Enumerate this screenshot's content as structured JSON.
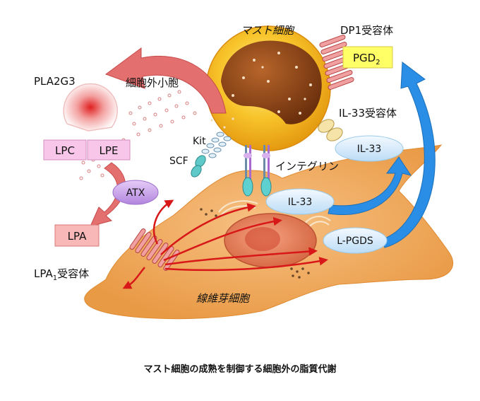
{
  "labels": {
    "mast_cell": "マスト細胞",
    "dp1_receptor": "DP1受容体",
    "pgd2_main": "PGD",
    "pgd2_sub": "2",
    "pla2g3": "PLA2G3",
    "extracellular_vesicle": "細胞外小胞",
    "il33_receptor": "IL-33受容体",
    "kit": "Kit",
    "scf": "SCF",
    "integrin": "インテグリン",
    "il33_upper": "IL-33",
    "il33_lower": "IL-33",
    "lpc": "LPC",
    "lpe": "LPE",
    "atx": "ATX",
    "lpa": "LPA",
    "lpa1_receptor_main": "LPA",
    "lpa1_receptor_sub": "1",
    "lpa1_receptor_suffix": "受容体",
    "l_pgds": "L-PGDS",
    "fibroblast": "線維芽細胞"
  },
  "caption": "マスト細胞の成熟を制御する細胞外の脂質代謝",
  "colors": {
    "fibroblast": "#f0a85a",
    "mast_cell": "#f7c12c",
    "mast_granule": "#8b4513",
    "pink_box": "#f7c6e8",
    "lpa_box": "#f8b8b8",
    "atx": "#c9a0e8",
    "blue_oval": "#d8ecfb",
    "red_arrow": "#d81818",
    "blue_arrow": "#2a8ee6",
    "pink_arrow": "#e67a7a",
    "pgd2_box": "#ffff66"
  }
}
